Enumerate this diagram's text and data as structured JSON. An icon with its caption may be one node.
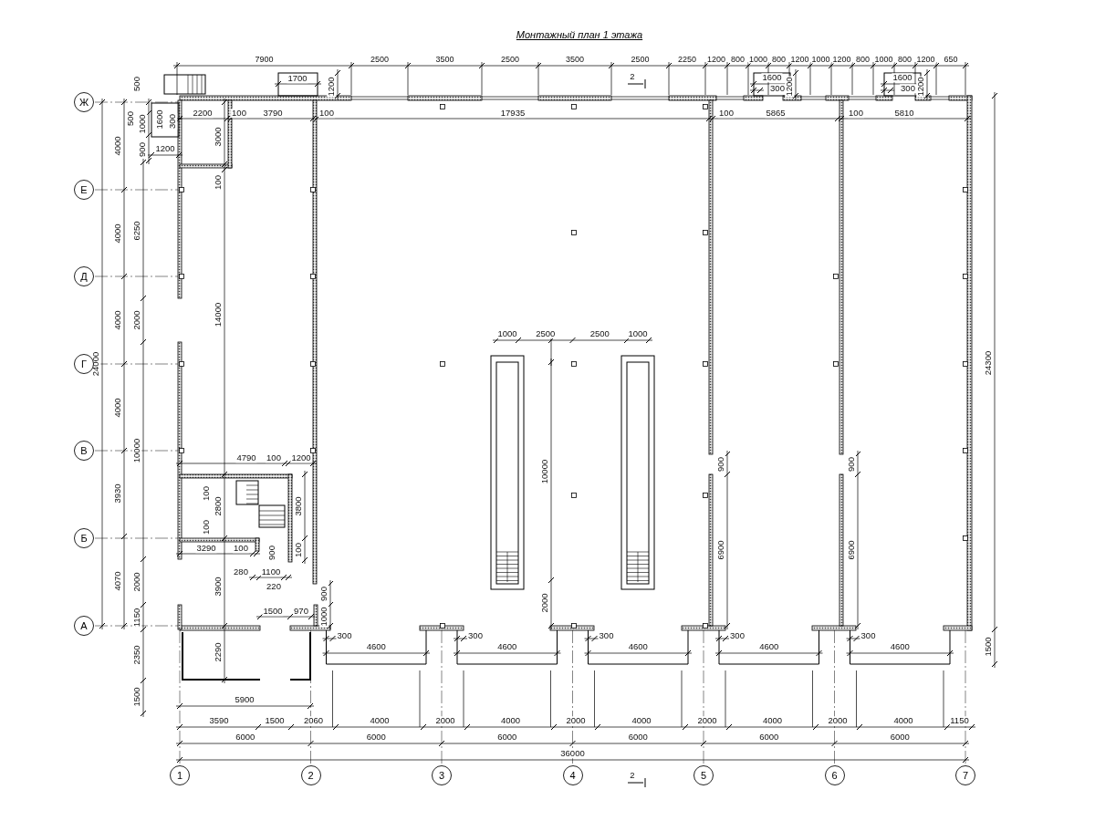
{
  "diagram": {
    "title": "Монтажный план 1 этажа",
    "nodes": [
      {
        "text": [
          "Ж"
        ]
      },
      {
        "text": [
          "Е"
        ]
      },
      {
        "text": [
          "Д"
        ]
      },
      {
        "text": [
          "Г"
        ]
      },
      {
        "text": [
          "В"
        ]
      },
      {
        "text": [
          "Б"
        ]
      },
      {
        "text": [
          "А"
        ]
      },
      {
        "text": [
          "1"
        ]
      },
      {
        "text": [
          "2"
        ]
      },
      {
        "text": [
          "3"
        ]
      },
      {
        "text": [
          "4"
        ]
      },
      {
        "text": [
          "5"
        ]
      },
      {
        "text": [
          "6"
        ]
      },
      {
        "text": [
          "7"
        ]
      }
    ],
    "labels": [
      "7900",
      "2500",
      "3500",
      "2500",
      "3500",
      "2500",
      "2250",
      "1200",
      "800",
      "1000",
      "800",
      "1200",
      "1000",
      "1200",
      "800",
      "1000",
      "800",
      "1200",
      "650",
      "500",
      "1700",
      "1200",
      "2",
      "1600",
      "300",
      "1200",
      "1600",
      "300",
      "1200",
      "500",
      "1000",
      "1600",
      "300",
      "2200",
      "100",
      "3790",
      "100",
      "17935",
      "100",
      "5865",
      "100",
      "5810",
      "4000",
      "900",
      "1200",
      "3000",
      "100",
      "4000",
      "6250",
      "4000",
      "2000",
      "14000",
      "1000",
      "2500",
      "2500",
      "1000",
      "24000",
      "24300",
      "4000",
      "10000",
      "4790",
      "100",
      "1200",
      "10000",
      "900",
      "900",
      "3930",
      "100",
      "2800",
      "3800",
      "100",
      "3290",
      "100",
      "900",
      "100",
      "6900",
      "6900",
      "280",
      "1100",
      "4070",
      "2000",
      "3900",
      "220",
      "900",
      "2000",
      "1150",
      "1500",
      "970",
      "1000",
      "300",
      "300",
      "300",
      "300",
      "300",
      "2350",
      "2290",
      "4600",
      "4600",
      "4600",
      "4600",
      "4600",
      "1500",
      "1500",
      "5900",
      "3590",
      "1500",
      "2060",
      "4000",
      "2000",
      "4000",
      "2000",
      "4000",
      "2000",
      "4000",
      "2000",
      "4000",
      "1150",
      "6000",
      "6000",
      "6000",
      "6000",
      "6000",
      "6000",
      "36000",
      "2"
    ]
  }
}
